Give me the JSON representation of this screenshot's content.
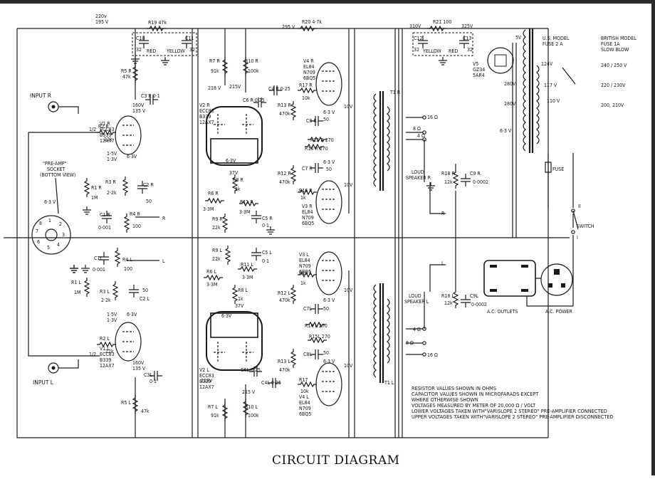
{
  "title": "CIRCUIT DIAGRAM",
  "inputs": {
    "right": "INPUT R",
    "left": "INPUT L"
  },
  "preamp_socket": [
    "\"PRE-AMP\"",
    "SOCKET",
    "(BOTTOM VIEW)"
  ],
  "socket_pins": [
    "1",
    "2",
    "3",
    "4",
    "5",
    "6",
    "7",
    "8"
  ],
  "socket_voltage": "6·3 V",
  "supply_voltages": {
    "v220": "220v",
    "v195": "195 V",
    "v295": "295 V",
    "v310": "310V",
    "v325": "325V",
    "v218r": "218 V",
    "v215r": "215V",
    "v218l": "218V",
    "v215l": "215 V",
    "v160r": "160V",
    "v135r": "135 V",
    "v160l": "160V",
    "v135l": "135 V",
    "v37r": "37V",
    "v37l": "37V",
    "v280a": "280V",
    "v280b": "280V",
    "v5": "5V",
    "v63a": "6·3 V",
    "v124": "124V",
    "v117": "117 V",
    "v110": "110 V"
  },
  "tubes": {
    "v1r": [
      "V1 R",
      "ECC83",
      "B339",
      "12AX7"
    ],
    "v1l": [
      "V1 L",
      "ECC83",
      "B339",
      "12AX7"
    ],
    "v2r": [
      "V2 R",
      "ECC83",
      "B339",
      "12AX7"
    ],
    "v2l": [
      "V2 L",
      "ECC83",
      "B339",
      "12AX7"
    ],
    "v3r": [
      "V3 R",
      "EL84",
      "N709",
      "6BQ5"
    ],
    "v4r": [
      "V4 R",
      "EL84",
      "N709",
      "6BQ5"
    ],
    "v3l": [
      "V3 L",
      "EL84",
      "N709",
      "6BQ5"
    ],
    "v4l": [
      "V4 L",
      "EL84",
      "N709",
      "6BQ5"
    ],
    "v5": [
      "V5",
      "GZ34",
      "5AR4"
    ],
    "half": "1/2"
  },
  "components": {
    "r19": "R19  47k",
    "r20": "R20  4·7k",
    "r21": "R21  100",
    "r5r": [
      "R5 R",
      "47k"
    ],
    "r5l": [
      "R5 L",
      "47k"
    ],
    "r7r": [
      "R7 R",
      "91k"
    ],
    "r7l": [
      "R7 L",
      "91k"
    ],
    "r10r": [
      "R10 R",
      "100k"
    ],
    "r10l": [
      "R10 L",
      "100k"
    ],
    "r2r": [
      "R2 R",
      "22k"
    ],
    "r2l": [
      "R2 L",
      "22k"
    ],
    "r1r": [
      "R1 R",
      "1M"
    ],
    "r1l": [
      "R1 L",
      "1M"
    ],
    "r3r": [
      "R3 R",
      "2·2k"
    ],
    "r3l": [
      "R3 L",
      "2·2k"
    ],
    "r4r": [
      "R4 R",
      "100"
    ],
    "r4l": [
      "R4 L",
      "100"
    ],
    "r6r": [
      "R6 R",
      "3·3M"
    ],
    "r6l": [
      "R6 L",
      "3·3M"
    ],
    "r8r": [
      "R8 R",
      "1k"
    ],
    "r8l": [
      "R8 L",
      "1k"
    ],
    "r9r": [
      "R9 R",
      "22k"
    ],
    "r9l": [
      "R9 L",
      "22k"
    ],
    "r11r": [
      "R11 R",
      "3·3M"
    ],
    "r11l": [
      "R11 L",
      "3·3M"
    ],
    "r12r": [
      "R12 R",
      "470k"
    ],
    "r12l": [
      "R12 L",
      "470k"
    ],
    "r13r": [
      "R13 R",
      "470k"
    ],
    "r13l": [
      "R13 L",
      "470k"
    ],
    "r14r": "R14 R 270",
    "r14l": "R14 L  270",
    "r15r": "R15 R  270",
    "r15l": "R15L  270",
    "r16r": [
      "R16 R",
      "1k"
    ],
    "r16l": [
      "R16 L",
      "1k"
    ],
    "r17r": [
      "R17 R",
      "10k"
    ],
    "r17l": [
      "R17",
      "10k"
    ],
    "r18r": [
      "R18 R",
      "12k"
    ],
    "r18l": [
      "R18 L",
      "12k"
    ],
    "c1r": [
      "C1 R",
      "0·001"
    ],
    "c1l": [
      "C1L",
      "0·001"
    ],
    "c2r": [
      "C2 R",
      "50"
    ],
    "c2l": [
      "50",
      "C2 L"
    ],
    "c3r": "C3 R  0·1",
    "c3l": [
      "C3L",
      "0·1"
    ],
    "c4r": "C4 R  0·25",
    "c4l": "C4L  0·25",
    "c5r": [
      "C5 R",
      "0·1"
    ],
    "c5l": [
      "C5 L",
      "0·1"
    ],
    "c6r": "C6 R  0·25",
    "c6l": "C6L  0·25",
    "c7r": "C7 R",
    "c7l": "C7L",
    "c8r": "C8 R",
    "c8l": "C8L",
    "c9r": [
      "C9 R",
      "0·0002"
    ],
    "c9l": [
      "C9L",
      "0·0002"
    ],
    "c10": [
      "C10",
      "32"
    ],
    "c11": [
      "C11",
      "32"
    ],
    "c12": [
      "C12",
      "32"
    ],
    "c13": [
      "C13",
      "32"
    ],
    "red": "RED",
    "yellow": "YELLOW",
    "fifty": "50",
    "six3v": "6·3 V",
    "tenv": "10V",
    "six3": "6·3V"
  },
  "transformers": {
    "t1r": "T1 R",
    "t1l": "T1 L"
  },
  "speakers": {
    "right": [
      "LOUD",
      "SPEAKER R"
    ],
    "left": [
      "LOUD",
      "SPEAKER L"
    ],
    "r_letter": "R",
    "l_letter": "L",
    "taps": [
      "16 Ω",
      "8 Ω",
      "4 Ω",
      "4 Ω",
      "8 Ω",
      "16 Ω"
    ]
  },
  "power": {
    "us_model": [
      "U.S. MODEL",
      "FUSE 2 A"
    ],
    "british_model": [
      "BRITISH MODEL",
      "FUSE  1A",
      "SLOW BLOW"
    ],
    "taps": [
      "240 / 250 V",
      "220 / 230V",
      "200, 210V"
    ],
    "fuse": "FUSE",
    "switch": "SWITCH",
    "ac_outlets": "A.C. OUTLETS",
    "ac_power": "A.C. POWER"
  },
  "notes": [
    "RESISTOR VALUES SHOWN IN OHMS",
    "CAPACITOR VALUES SHOWN IN MICROFARADS EXCEPT",
    "WHERE OTHERWISE SHOWN",
    "VOLTAGES MEASURED BY METER OF 20,000 Ω / VOLT",
    "LOWER VOLTAGES TAKEN WITH\"VARISLOPE 2 STEREO\" PRE-AMPLIFIER CONNECTED",
    "UPPER VOLTAGES TAKEN WITH\"VARISLOPE 2 STEREO\" PRE-AMPLIFIER DISCONNECTED"
  ]
}
